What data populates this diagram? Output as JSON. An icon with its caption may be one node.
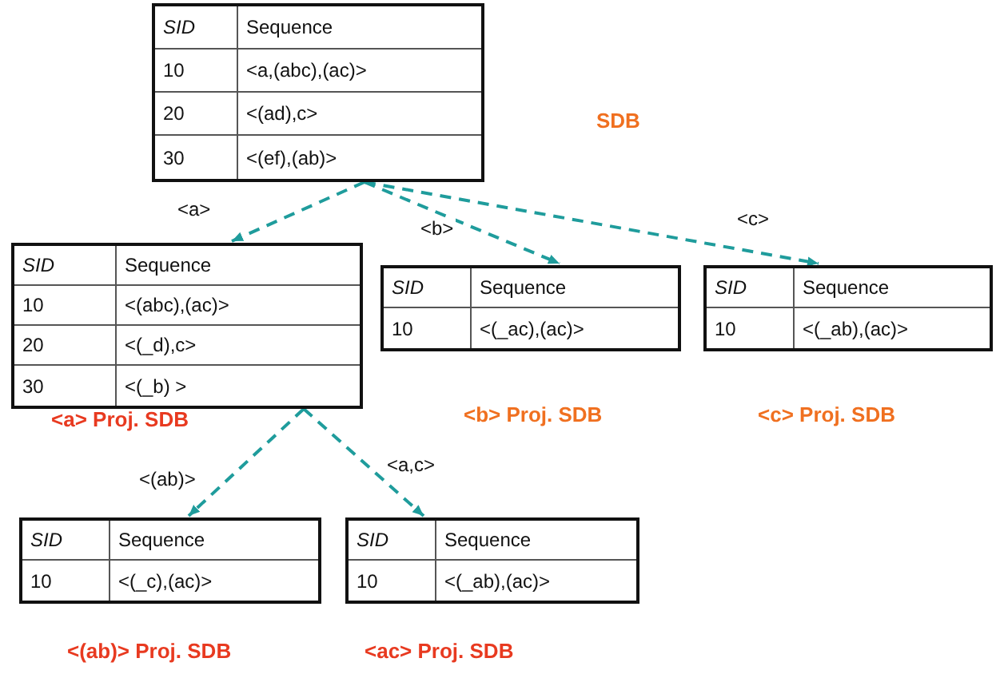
{
  "diagram": {
    "nodes": [
      {
        "text": [
          "SID",
          "Sequence",
          "10",
          "<a,(abc),(ac)>",
          "20",
          "<(ad),c>",
          "30",
          "<(ef),(ab)>"
        ]
      },
      {
        "text": [
          "SID",
          "Sequence",
          "10",
          "<(abc),(ac)>",
          "20",
          "<(_d),c>",
          "30",
          "<(_b) >"
        ],
        "beside": [
          "<a> Proj. SDB"
        ]
      },
      {
        "text": [
          "SID",
          "Sequence",
          "10",
          "<(_ac),(ac)>"
        ],
        "beside": [
          "<b> Proj. SDB"
        ]
      },
      {
        "text": [
          "SID",
          "Sequence",
          "10",
          "<(_ab),(ac)>"
        ],
        "beside": [
          "<c> Proj. SDB"
        ]
      },
      {
        "text": [
          "SID",
          "Sequence",
          "10",
          "<(_c),(ac)>"
        ],
        "beside": [
          "<(ab)> Proj. SDB"
        ]
      },
      {
        "text": [
          "SID",
          "Sequence",
          "10",
          "<(_ab),(ac)>"
        ],
        "beside": [
          "<ac> Proj. SDB"
        ]
      }
    ],
    "edges": [
      {
        "from": 0,
        "to": 1,
        "arrow": "to",
        "label": "<a>",
        "style": "dashed"
      },
      {
        "from": 0,
        "to": 2,
        "arrow": "to",
        "label": "<b>",
        "style": "dashed"
      },
      {
        "from": 0,
        "to": 3,
        "arrow": "to",
        "label": "<c>",
        "style": "dashed"
      },
      {
        "from": 1,
        "to": 4,
        "arrow": "to",
        "label": "<(ab)>",
        "style": "dashed"
      },
      {
        "from": 1,
        "to": 5,
        "arrow": "to",
        "label": "<a,c>",
        "style": "dashed"
      }
    ],
    "labels": [
      "SDB"
    ]
  }
}
